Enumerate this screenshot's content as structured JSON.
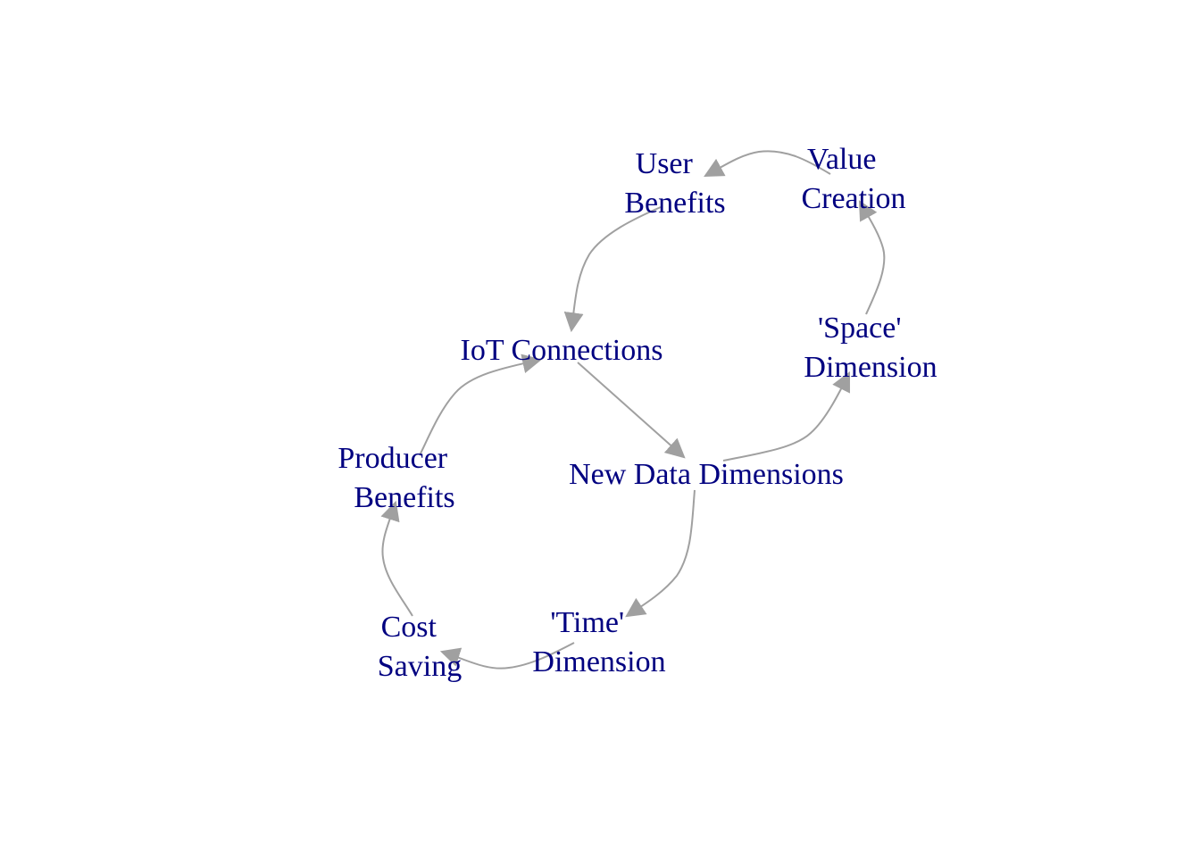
{
  "diagram": {
    "type": "directed-cycle-graph",
    "colors": {
      "node_text": "#000080",
      "edge": "#a0a0a0",
      "background": "#ffffff"
    },
    "nodes": [
      {
        "id": "iot",
        "lines": [
          "IoT Connections"
        ]
      },
      {
        "id": "ndd",
        "lines": [
          "New Data Dimensions"
        ]
      },
      {
        "id": "space",
        "lines": [
          "'Space'",
          "Dimension"
        ]
      },
      {
        "id": "value",
        "lines": [
          "Value",
          "Creation"
        ]
      },
      {
        "id": "user",
        "lines": [
          "User",
          "Benefits"
        ]
      },
      {
        "id": "time",
        "lines": [
          "'Time'",
          "Dimension"
        ]
      },
      {
        "id": "cost",
        "lines": [
          "Cost",
          "Saving"
        ]
      },
      {
        "id": "producer",
        "lines": [
          "Producer",
          "Benefits"
        ]
      }
    ],
    "edges": [
      {
        "from": "iot",
        "to": "ndd"
      },
      {
        "from": "ndd",
        "to": "space"
      },
      {
        "from": "space",
        "to": "value"
      },
      {
        "from": "value",
        "to": "user"
      },
      {
        "from": "user",
        "to": "iot"
      },
      {
        "from": "ndd",
        "to": "time"
      },
      {
        "from": "time",
        "to": "cost"
      },
      {
        "from": "cost",
        "to": "producer"
      },
      {
        "from": "producer",
        "to": "iot"
      }
    ]
  }
}
